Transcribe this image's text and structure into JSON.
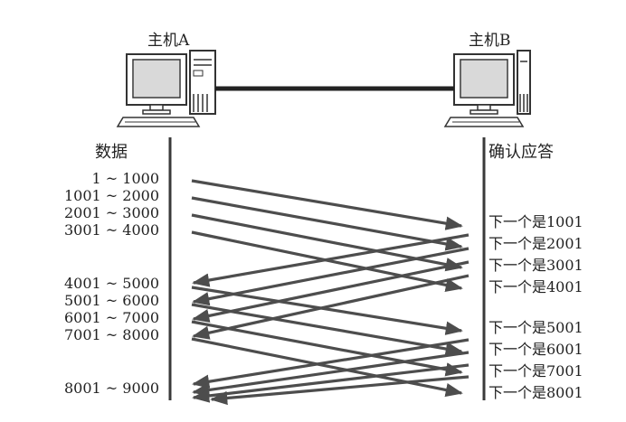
{
  "hosts": {
    "a": "主机A",
    "b": "主机B"
  },
  "headers": {
    "left": "数据",
    "right": "确认应答"
  },
  "segments": [
    {
      "label": "1 ~ 1000"
    },
    {
      "label": "1001 ~ 2000"
    },
    {
      "label": "2001 ~ 3000"
    },
    {
      "label": "3001 ~ 4000"
    },
    {
      "label": "4001 ~ 5000"
    },
    {
      "label": "5001 ~ 6000"
    },
    {
      "label": "6001 ~ 7000"
    },
    {
      "label": "7001 ~ 8000"
    },
    {
      "label": "8001 ~ 9000"
    }
  ],
  "acks": [
    {
      "label": "下一个是1001"
    },
    {
      "label": "下一个是2001"
    },
    {
      "label": "下一个是3001"
    },
    {
      "label": "下一个是4001"
    },
    {
      "label": "下一个是5001"
    },
    {
      "label": "下一个是6001"
    },
    {
      "label": "下一个是7001"
    },
    {
      "label": "下一个是8001"
    }
  ],
  "colors": {
    "line": "#3a3a3a",
    "arrow": "#4d4d4d",
    "text": "#222222"
  },
  "icons": {
    "host_a": "desktop-computer-icon",
    "host_b": "desktop-computer-icon"
  }
}
